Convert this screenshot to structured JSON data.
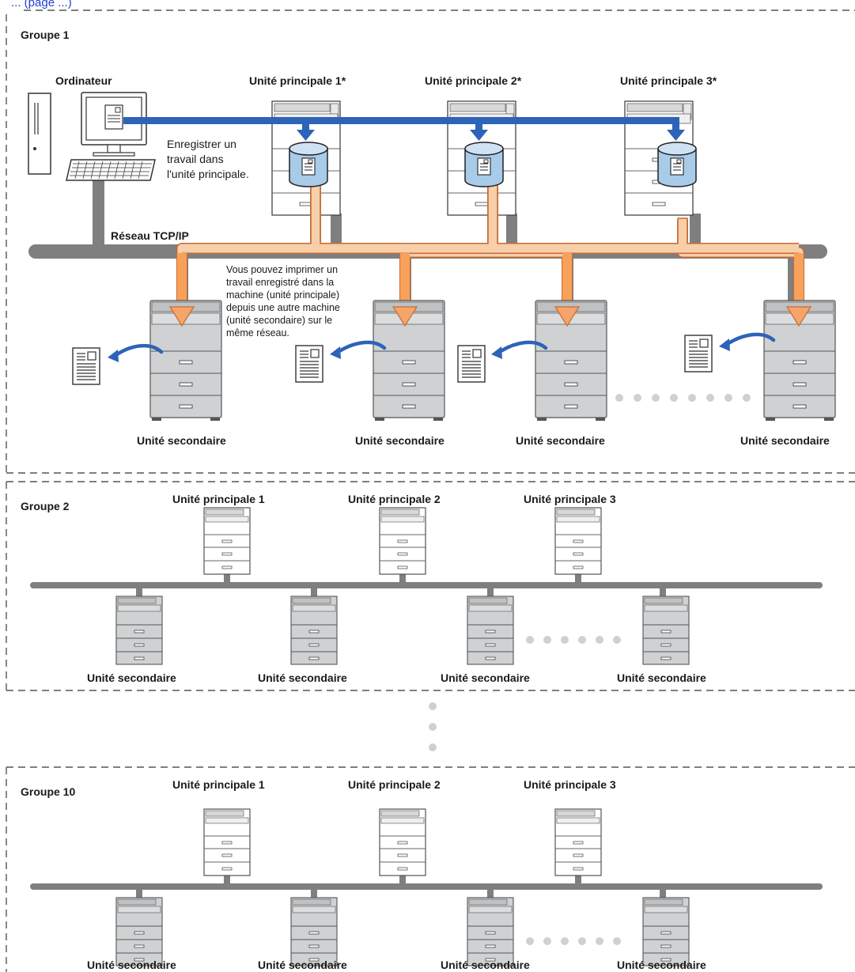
{
  "header": {
    "link_text": "... (page ...)"
  },
  "colors": {
    "network": "#7f7f80",
    "arrow_blue": "#2d63b8",
    "arrow_orange": "#f5a46a",
    "dashed": "#555555",
    "dots": "#d0d0d0"
  },
  "group1": {
    "title": "Groupe 1",
    "computer_label": "Ordinateur",
    "register_text": [
      "Enregistrer un",
      "travail dans",
      "l'unité principale."
    ],
    "network_label": "Réseau TCP/IP",
    "main_units": [
      "Unité principale 1*",
      "Unité principale 2*",
      "Unité principale 3*"
    ],
    "print_text": [
      "Vous pouvez imprimer un",
      "travail enregistré dans la",
      "machine (unité principale)",
      "depuis une autre machine",
      "(unité secondaire) sur le",
      "même réseau."
    ],
    "secondary_units": [
      "Unité secondaire",
      "Unité secondaire",
      "Unité secondaire",
      "Unité secondaire"
    ]
  },
  "group2": {
    "title": "Groupe 2",
    "main_units": [
      "Unité principale 1",
      "Unité principale 2",
      "Unité principale 3"
    ],
    "secondary_units": [
      "Unité secondaire",
      "Unité secondaire",
      "Unité secondaire",
      "Unité secondaire"
    ]
  },
  "group10": {
    "title": "Groupe 10",
    "main_units": [
      "Unité principale 1",
      "Unité principale 2",
      "Unité principale 3"
    ],
    "secondary_units": [
      "Unité secondaire",
      "Unité secondaire",
      "Unité secondaire",
      "Unité secondaire"
    ]
  }
}
